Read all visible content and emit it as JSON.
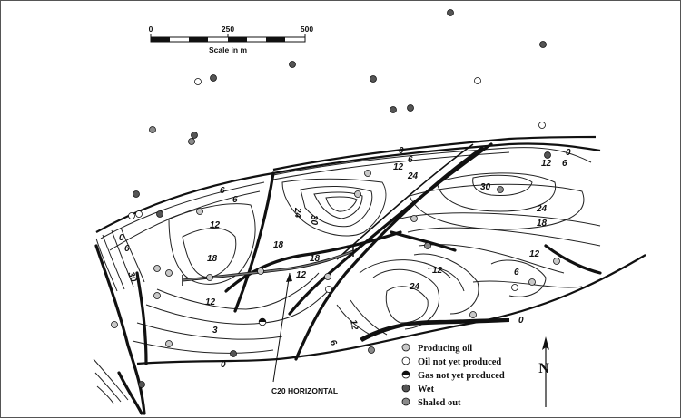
{
  "scale_bar": {
    "ticks": [
      "0",
      "250",
      "500"
    ],
    "label": "Scale in m"
  },
  "horizontal_well_label": "C20 HORIZONTAL",
  "north_arrow": {
    "label": "N"
  },
  "contour_labels": [
    "0",
    "6",
    "12",
    "24",
    "30",
    "24",
    "18",
    "12",
    "0",
    "6",
    "12",
    "18",
    "30",
    "24",
    "12",
    "6",
    "3",
    "0",
    "6",
    "30",
    "18",
    "18",
    "12",
    "12",
    "24",
    "12",
    "6",
    "0",
    "12",
    "6",
    "0",
    "6"
  ],
  "legend": [
    {
      "label": "Producing oil",
      "symbol": "producing-oil",
      "color": "#c8c8c8"
    },
    {
      "label": "Oil not yet produced",
      "symbol": "oil-not-yet-produced",
      "color": "#ffffff"
    },
    {
      "label": "Gas not yet produced",
      "symbol": "gas-not-yet-produced",
      "color": "#111111"
    },
    {
      "label": "Wet",
      "symbol": "wet",
      "color": "#555555"
    },
    {
      "label": "Shaled out",
      "symbol": "shaled-out",
      "color": "#8a8a8a"
    }
  ]
}
